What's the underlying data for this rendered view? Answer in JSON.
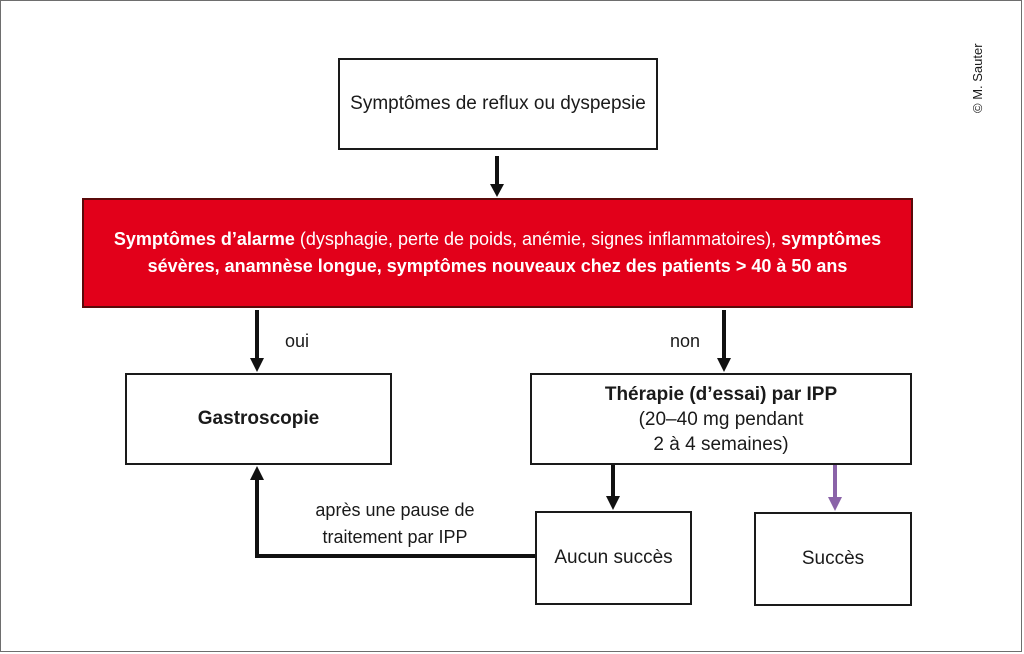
{
  "credit": "© M. Sauter",
  "boxes": {
    "start": "Symptômes de reflux ou dyspepsie",
    "alarm": {
      "bold1": "Symptômes d’alarme",
      "normal": " (dysphagie, perte de poids, anémie, signes inflammatoires), ",
      "bold2": "symptômes sévères, anamnèse longue, symptômes nouveaux chez des patients > 40 à 50 ans"
    },
    "gastro": "Gastroscopie",
    "ppi": {
      "title": "Thérapie (d’essai) par IPP",
      "line2": "(20–40 mg pendant",
      "line3": "2 à 4 semaines)"
    },
    "fail": "Aucun succès",
    "success": "Succès"
  },
  "labels": {
    "yes": "oui",
    "no": "non",
    "after_line1": "après une pause de",
    "after_line2": "traitement par IPP"
  },
  "colors": {
    "alarm_fill": "#e2001a",
    "arrow": "#111111",
    "success_arrow": "#8a63a8"
  }
}
